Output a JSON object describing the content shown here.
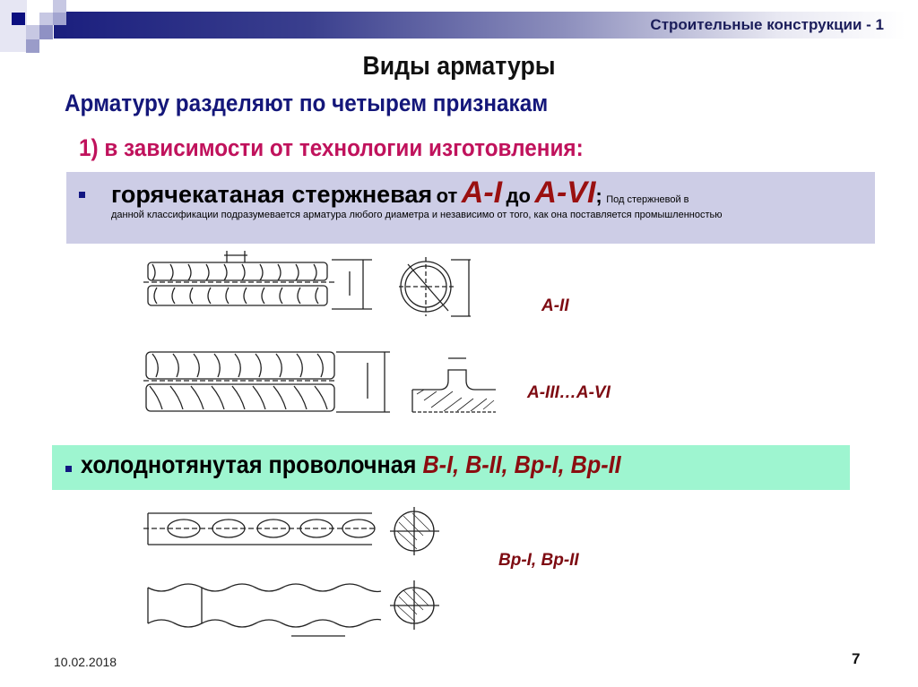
{
  "header": {
    "deck_title": "Строительные конструкции - 1",
    "accent_color": "#1b1f7e"
  },
  "slide": {
    "title": "Виды арматуры",
    "subtitle": "Арматуру разделяют по четырем признакам",
    "criterion": "1) в зависимости от технологии изготовления:"
  },
  "bullets": [
    {
      "main": "горячекатаная стержневая",
      "from_word": "от",
      "from_grade": "А-I",
      "to_word": "до",
      "to_grade": "А-VI",
      "semicolon": ";",
      "note_start": "Под стержневой в",
      "note_rest": "данной классификации подразумевается арматура любого диаметра и независимо от того, как она поставляется промышленностью",
      "box_color": "#cdcde6"
    },
    {
      "main": "холоднотянутая проволочная",
      "grades": "В-I, В-II, Вр-I, Вр-II",
      "box_color": "#9ef5d0"
    }
  ],
  "figures": [
    {
      "label": "А-II",
      "description": "hot-rolled rebar with crescent ribs, side view and cross-section"
    },
    {
      "label": "А-III…А-VI",
      "description": "hot-rolled rebar with helical ribs, side view and rib section 1-1"
    },
    {
      "label": "Вр-I, Вр-II",
      "description": "periodic-profile wire, plan view, side view and sections 2-2, 3-3"
    }
  ],
  "footer": {
    "date": "10.02.2018",
    "page_number": "7"
  }
}
